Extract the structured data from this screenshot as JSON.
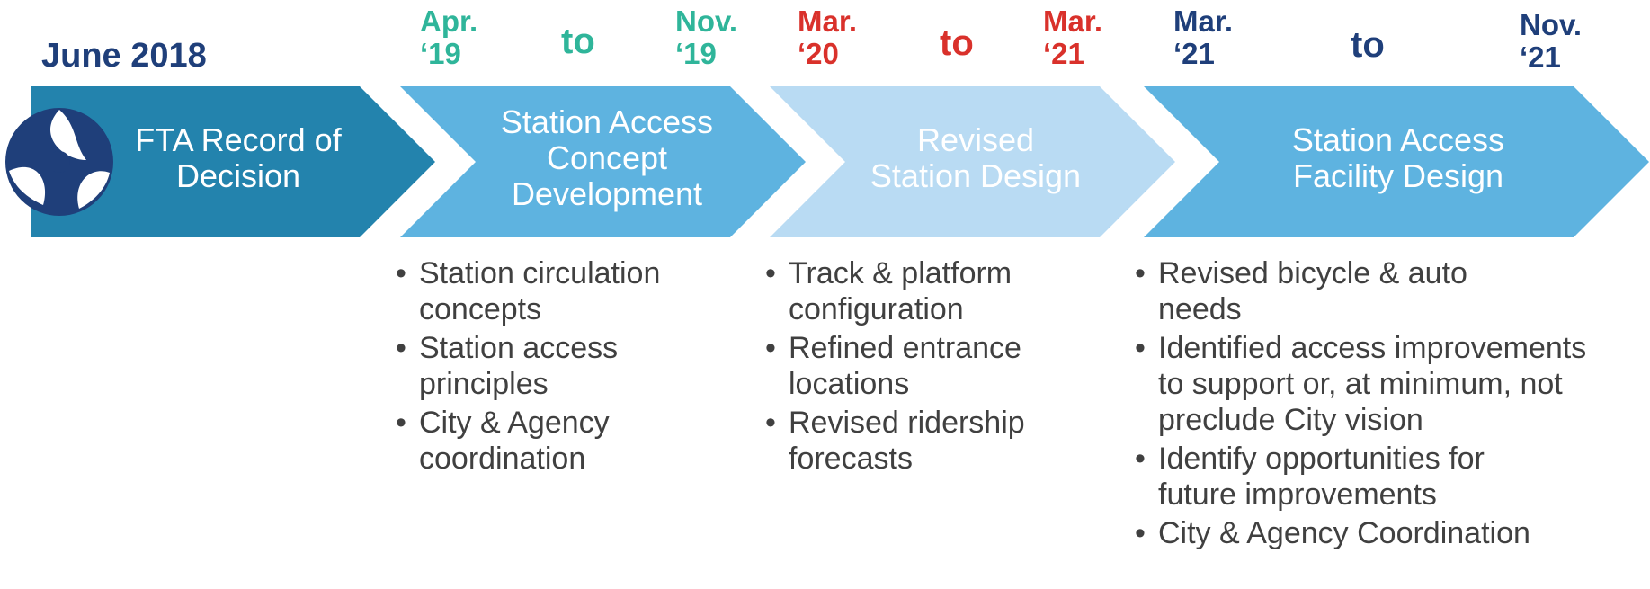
{
  "colors": {
    "navy": "#1f3f7a",
    "teal": "#2fb59a",
    "red": "#d9312b",
    "phase1": "#2383ad",
    "phase2": "#5eb3e0",
    "phase3": "#b9dbf3",
    "phase4": "#5eb3e0"
  },
  "phases": [
    {
      "date_start": "June 2018",
      "label_lines": [
        "FTA Record of",
        "Decision"
      ],
      "logo_icon": "dot-logo-icon"
    },
    {
      "date_start": "Apr.\n‘19",
      "to": "to",
      "date_end": "Nov.\n‘19",
      "label_lines": [
        "Station Access",
        "Concept",
        "Development"
      ],
      "bullets": [
        "Station circulation concepts",
        "Station access principles",
        "City & Agency coordination"
      ]
    },
    {
      "date_start": "Mar.\n‘20",
      "to": "to",
      "date_end": "Mar.\n‘21",
      "label_lines": [
        "Revised",
        "Station Design"
      ],
      "bullets": [
        "Track & platform configuration",
        "Refined entrance locations",
        "Revised ridership forecasts"
      ]
    },
    {
      "date_start": "Mar.\n‘21",
      "to": "to",
      "date_end": "Nov.\n‘21",
      "label_lines": [
        "Station Access",
        "Facility Design"
      ],
      "bullets": [
        "Revised bicycle & auto needs",
        "Identified access improvements to support or, at minimum, not preclude City vision",
        "Identify opportunities for future improvements",
        "City & Agency Coordination"
      ]
    }
  ]
}
